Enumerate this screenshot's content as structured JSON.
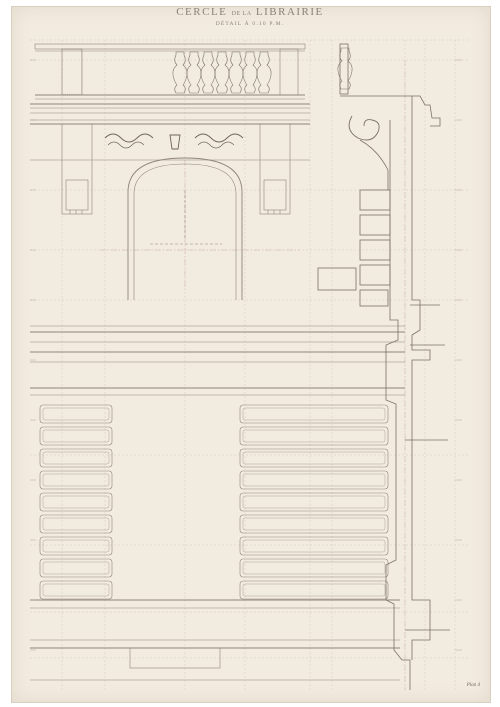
{
  "drawing": {
    "title_part1": "CERCLE",
    "title_part2": "DE LA",
    "title_part3": "LIBRAIRIE",
    "subtitle": "DÉTAIL À 0.10 P.M.",
    "plate_label": "Plan 4"
  },
  "colors": {
    "paper": "#f2ebe0",
    "ink": "#8f8678",
    "ink_dark": "#6d655a",
    "dash_red": "#c9a7a0"
  }
}
